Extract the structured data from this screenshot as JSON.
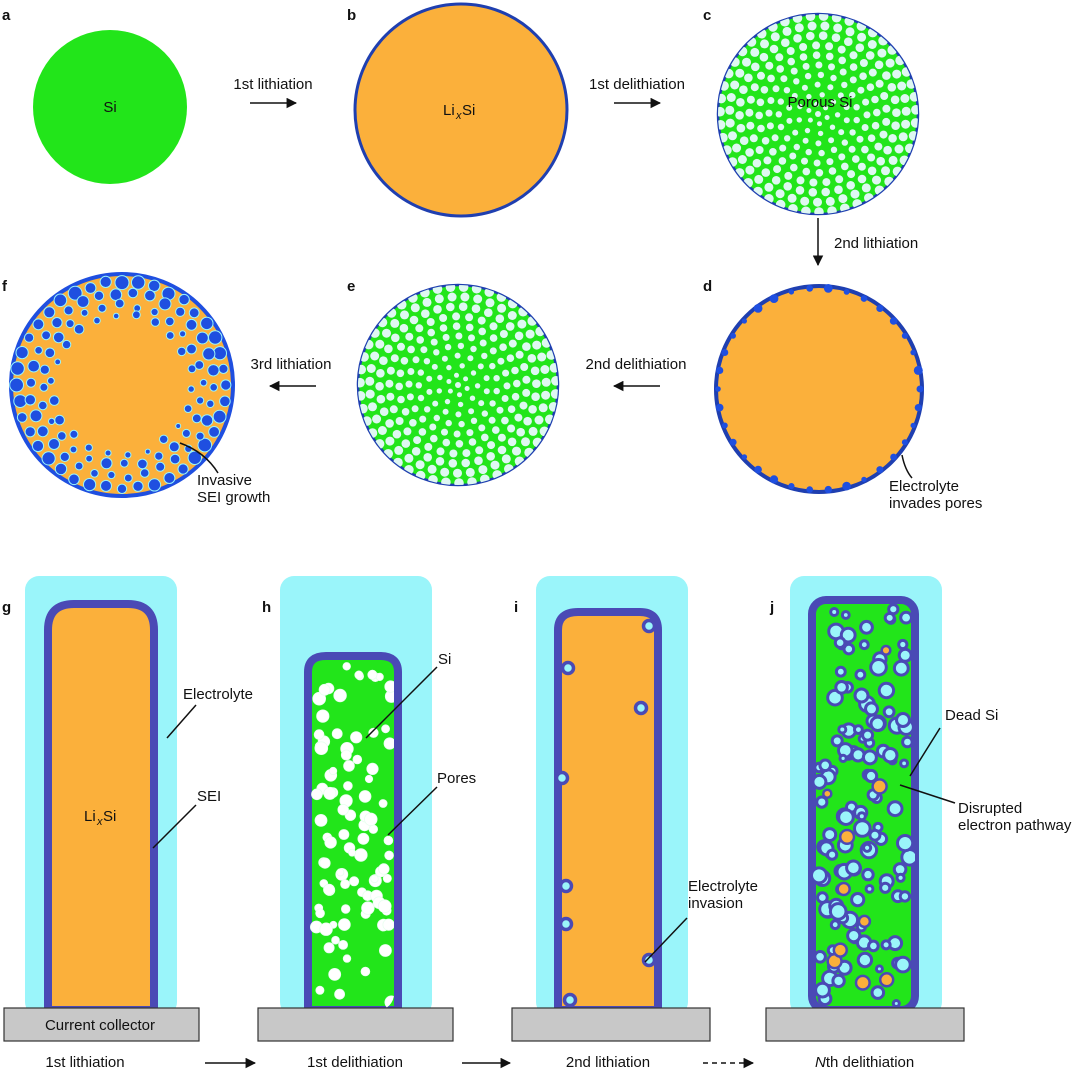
{
  "panels": {
    "a": {
      "letter": "a",
      "label": "Si"
    },
    "b": {
      "letter": "b",
      "label_main": "Li",
      "label_sub": "x",
      "label_tail": "Si"
    },
    "c": {
      "letter": "c",
      "label": "Porous Si"
    },
    "d": {
      "letter": "d",
      "annotation_1": "Electrolyte",
      "annotation_2": "invades pores"
    },
    "e": {
      "letter": "e"
    },
    "f": {
      "letter": "f",
      "annotation_1": "Invasive",
      "annotation_2": "SEI growth"
    },
    "g": {
      "letter": "g",
      "label_main": "Li",
      "label_sub": "x",
      "label_tail": "Si",
      "electrolyte": "Electrolyte",
      "sei": "SEI",
      "collector": "Current collector"
    },
    "h": {
      "letter": "h",
      "si": "Si",
      "pores": "Pores"
    },
    "i": {
      "letter": "i",
      "annotation_1": "Electrolyte",
      "annotation_2": "invasion"
    },
    "j": {
      "letter": "j",
      "dead_si": "Dead Si",
      "disrupted_1": "Disrupted",
      "disrupted_2": "electron pathway"
    }
  },
  "steps": {
    "top_1": "1st lithiation",
    "top_2": "1st delithiation",
    "top_3": "2nd lithiation",
    "top_4": "2nd delithiation",
    "top_5": "3rd lithiation",
    "bottom_1": "1st lithiation",
    "bottom_2": "1st delithiation",
    "bottom_3": "2nd lithiation",
    "bottom_4_italic": "N",
    "bottom_4_rest": "th delithiation"
  },
  "colors": {
    "silicon": "#22e51a",
    "lithiated_silicon": "#fbb03b",
    "sei": "#4a4ab5",
    "sei_bright": "#1f4fe0",
    "electrolyte": "#9af5fa",
    "collector": "#c8c8c8",
    "pore": "#dff8f2"
  }
}
